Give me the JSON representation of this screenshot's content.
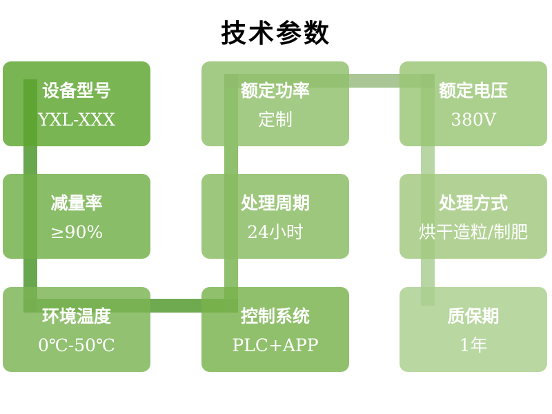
{
  "slide_title": "技术参数",
  "palette": {
    "background": "#ffffff",
    "title_color": "#000000",
    "box_text_color": "#ffffff",
    "box_colors_on_white": [
      "#79b553",
      "#8abd68",
      "#92c172",
      "#a3cb85",
      "#9ec77e",
      "#90c06c",
      "#abd08d",
      "#b2d295",
      "#b9d7a1"
    ],
    "connector_colors": {
      "col1_vertical": "#68a74e",
      "row3_horizontal": "#6fa950",
      "col2_vertical": "#8fc06e",
      "row1_horizontal": "#a9c694",
      "col3_vertical": "#b7d6a4"
    }
  },
  "boxes": [
    {
      "label": "设备型号",
      "value": "YXL-XXX",
      "fill": "rgba(92,165,45,0.82)"
    },
    {
      "label": "减量率",
      "value": "≥90%",
      "fill": "rgba(112,175,71,0.82)"
    },
    {
      "label": "环境温度",
      "value": "0℃-50℃",
      "fill": "rgba(122,179,83,0.82)"
    },
    {
      "label": "额定功率",
      "value": "定制",
      "fill": "rgba(143,192,106,0.82)"
    },
    {
      "label": "处理周期",
      "value": "24小时",
      "fill": "rgba(137,187,98,0.82)"
    },
    {
      "label": "控制系统",
      "value": "PLC+APP",
      "fill": "rgba(120,178,76,0.82)"
    },
    {
      "label": "额定电压",
      "value": "380V",
      "fill": "rgba(153,198,116,0.82)"
    },
    {
      "label": "处理方式",
      "value": "烘干造粒/制肥",
      "fill": "rgba(161,200,126,0.82)"
    },
    {
      "label": "质保期",
      "value": "1年",
      "fill": "rgba(170,206,140,0.82)"
    }
  ]
}
